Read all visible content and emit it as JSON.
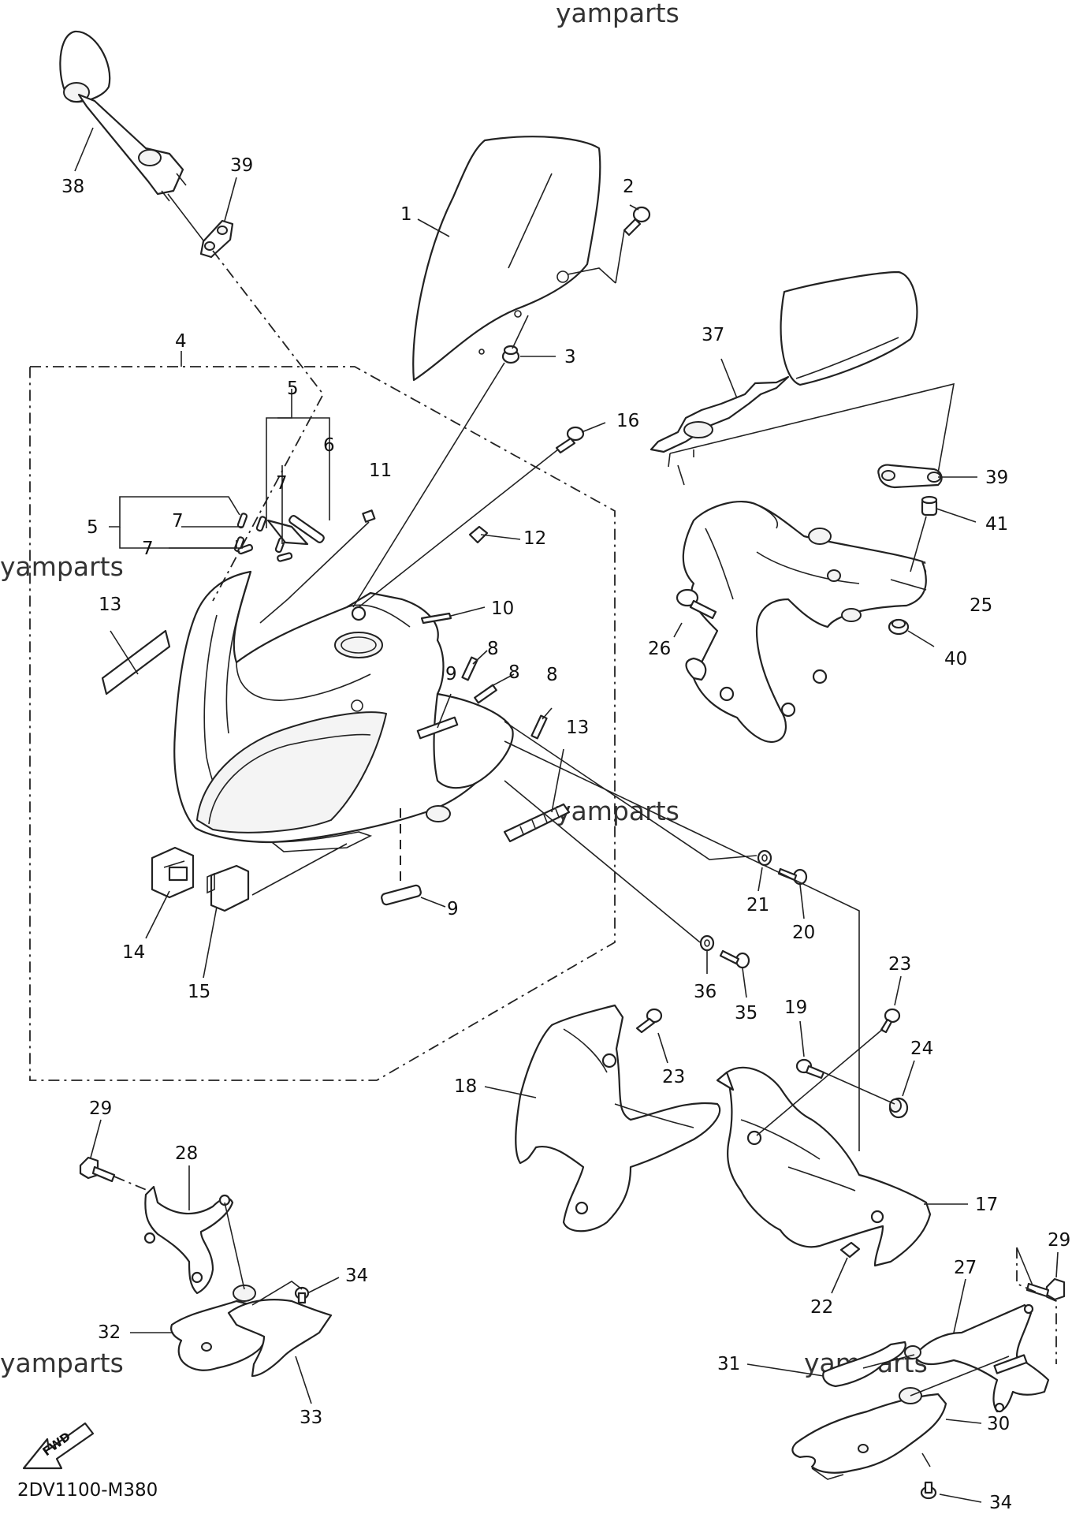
{
  "watermark": "yamparts",
  "diagram_code": "2DV1100-M380",
  "fwd_label": "FWD",
  "callouts": [
    {
      "id": "c1",
      "label": "1"
    },
    {
      "id": "c2",
      "label": "2"
    },
    {
      "id": "c3",
      "label": "3"
    },
    {
      "id": "c4",
      "label": "4"
    },
    {
      "id": "c5a",
      "label": "5"
    },
    {
      "id": "c5b",
      "label": "5"
    },
    {
      "id": "c6",
      "label": "6"
    },
    {
      "id": "c7a",
      "label": "7"
    },
    {
      "id": "c7b",
      "label": "7"
    },
    {
      "id": "c7c",
      "label": "7"
    },
    {
      "id": "c8a",
      "label": "8"
    },
    {
      "id": "c8b",
      "label": "8"
    },
    {
      "id": "c8c",
      "label": "8"
    },
    {
      "id": "c9a",
      "label": "9"
    },
    {
      "id": "c9b",
      "label": "9"
    },
    {
      "id": "c10",
      "label": "10"
    },
    {
      "id": "c11",
      "label": "11"
    },
    {
      "id": "c12",
      "label": "12"
    },
    {
      "id": "c13a",
      "label": "13"
    },
    {
      "id": "c13b",
      "label": "13"
    },
    {
      "id": "c14",
      "label": "14"
    },
    {
      "id": "c15",
      "label": "15"
    },
    {
      "id": "c16",
      "label": "16"
    },
    {
      "id": "c17",
      "label": "17"
    },
    {
      "id": "c18",
      "label": "18"
    },
    {
      "id": "c19",
      "label": "19"
    },
    {
      "id": "c20",
      "label": "20"
    },
    {
      "id": "c21",
      "label": "21"
    },
    {
      "id": "c22",
      "label": "22"
    },
    {
      "id": "c23a",
      "label": "23"
    },
    {
      "id": "c23b",
      "label": "23"
    },
    {
      "id": "c24",
      "label": "24"
    },
    {
      "id": "c25",
      "label": "25"
    },
    {
      "id": "c26",
      "label": "26"
    },
    {
      "id": "c27",
      "label": "27"
    },
    {
      "id": "c28",
      "label": "28"
    },
    {
      "id": "c29a",
      "label": "29"
    },
    {
      "id": "c29b",
      "label": "29"
    },
    {
      "id": "c30",
      "label": "30"
    },
    {
      "id": "c31",
      "label": "31"
    },
    {
      "id": "c32",
      "label": "32"
    },
    {
      "id": "c33",
      "label": "33"
    },
    {
      "id": "c34a",
      "label": "34"
    },
    {
      "id": "c34b",
      "label": "34"
    },
    {
      "id": "c35",
      "label": "35"
    },
    {
      "id": "c36",
      "label": "36"
    },
    {
      "id": "c37",
      "label": "37"
    },
    {
      "id": "c38",
      "label": "38"
    },
    {
      "id": "c39a",
      "label": "39"
    },
    {
      "id": "c39b",
      "label": "39"
    },
    {
      "id": "c40",
      "label": "40"
    },
    {
      "id": "c41",
      "label": "41"
    }
  ]
}
